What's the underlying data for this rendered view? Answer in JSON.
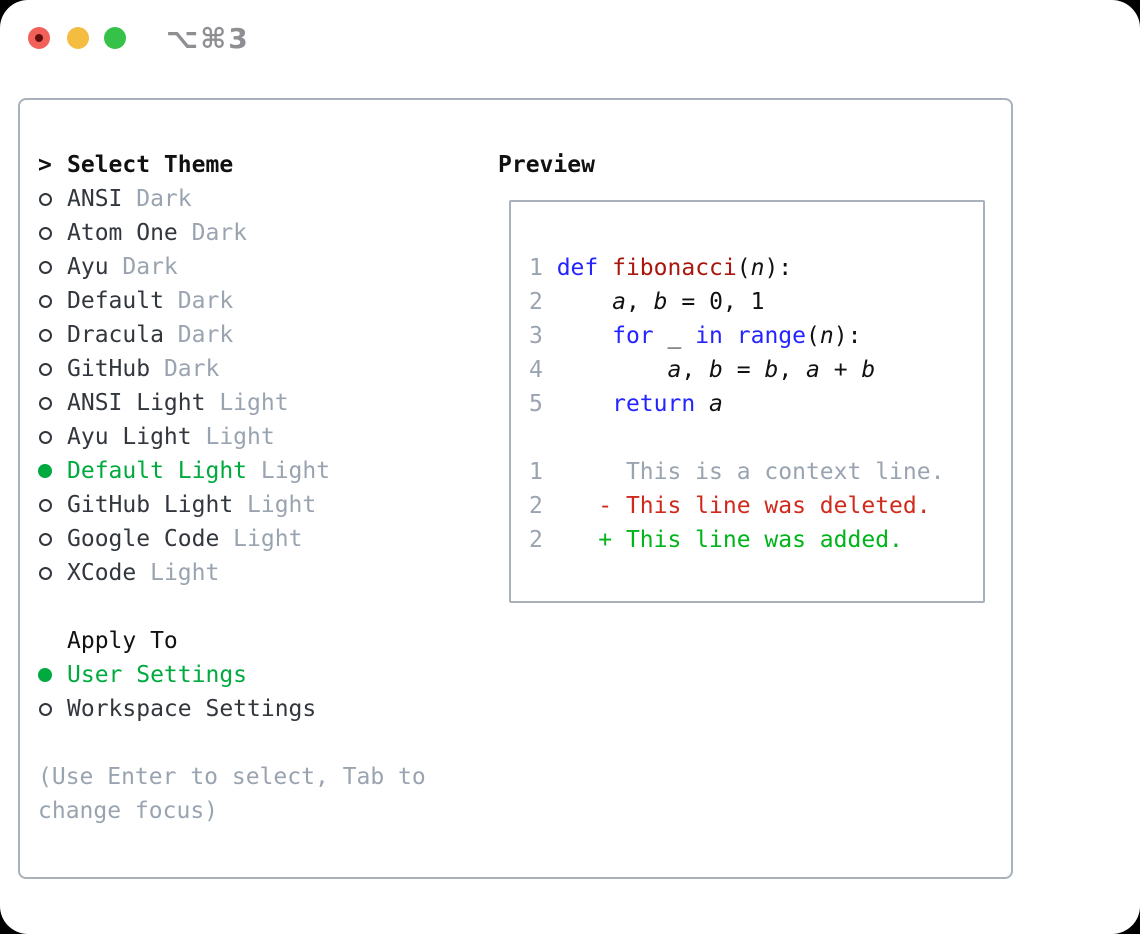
{
  "titlebar": {
    "shortcut": "⌥⌘3"
  },
  "colors": {
    "text_black": "#111111",
    "text_dark": "#32373e",
    "muted_gray": "#9aa4b0",
    "border_gray": "#a9b1bb",
    "accent_green": "#00aa3e",
    "added_green": "#00b41a",
    "deleted_red": "#d02a1d",
    "keyword_blue": "#2424ff",
    "function_red": "#a8170e",
    "traffic_red": "#f2605a",
    "traffic_red_dot": "#600f0f",
    "traffic_yellow": "#f5bd3f",
    "traffic_green": "#36c148",
    "shortcut_gray": "#8e8e93"
  },
  "theme_list": {
    "prompt": ">",
    "title": "Select Theme",
    "items": [
      {
        "name": "ANSI",
        "variant": "Dark",
        "selected": false
      },
      {
        "name": "Atom One",
        "variant": "Dark",
        "selected": false
      },
      {
        "name": "Ayu",
        "variant": "Dark",
        "selected": false
      },
      {
        "name": "Default",
        "variant": "Dark",
        "selected": false
      },
      {
        "name": "Dracula",
        "variant": "Dark",
        "selected": false
      },
      {
        "name": "GitHub",
        "variant": "Dark",
        "selected": false
      },
      {
        "name": "ANSI Light",
        "variant": "Light",
        "selected": false
      },
      {
        "name": "Ayu Light",
        "variant": "Light",
        "selected": false
      },
      {
        "name": "Default Light",
        "variant": "Light",
        "selected": true
      },
      {
        "name": "GitHub Light",
        "variant": "Light",
        "selected": false
      },
      {
        "name": "Google Code",
        "variant": "Light",
        "selected": false
      },
      {
        "name": "XCode",
        "variant": "Light",
        "selected": false
      }
    ]
  },
  "apply_to": {
    "title": "Apply To",
    "options": [
      {
        "label": "User Settings",
        "selected": true
      },
      {
        "label": "Workspace Settings",
        "selected": false
      }
    ]
  },
  "hint": "(Use Enter to select, Tab to change focus)",
  "preview": {
    "title": "Preview",
    "lines": [
      {
        "num": "1",
        "segs": [
          [
            "def",
            "kw"
          ],
          [
            " ",
            "pl"
          ],
          [
            "fibonacci",
            "fn"
          ],
          [
            "(",
            "pl"
          ],
          [
            "n",
            "var"
          ],
          [
            "):",
            "pl"
          ]
        ]
      },
      {
        "num": "2",
        "segs": [
          [
            "    ",
            "pl"
          ],
          [
            "a",
            "var"
          ],
          [
            ", ",
            "pl"
          ],
          [
            "b",
            "var"
          ],
          [
            " = ",
            "pl"
          ],
          [
            "0, 1",
            "pl"
          ]
        ]
      },
      {
        "num": "3",
        "segs": [
          [
            "    ",
            "pl"
          ],
          [
            "for",
            "kw"
          ],
          [
            " _ ",
            "pl"
          ],
          [
            "in",
            "kw"
          ],
          [
            " ",
            "pl"
          ],
          [
            "range",
            "kw"
          ],
          [
            "(",
            "pl"
          ],
          [
            "n",
            "var"
          ],
          [
            "):",
            "pl"
          ]
        ]
      },
      {
        "num": "4",
        "segs": [
          [
            "        ",
            "pl"
          ],
          [
            "a",
            "var"
          ],
          [
            ", ",
            "pl"
          ],
          [
            "b",
            "var"
          ],
          [
            " = ",
            "pl"
          ],
          [
            "b",
            "var"
          ],
          [
            ", ",
            "pl"
          ],
          [
            "a",
            "var"
          ],
          [
            " + ",
            "pl"
          ],
          [
            "b",
            "var"
          ]
        ]
      },
      {
        "num": "5",
        "segs": [
          [
            "    ",
            "pl"
          ],
          [
            "return",
            "kw"
          ],
          [
            " ",
            "pl"
          ],
          [
            "a",
            "var"
          ]
        ]
      },
      {
        "num": "",
        "segs": []
      },
      {
        "num": "1",
        "segs": [
          [
            "     This is a context line.",
            "ctx"
          ]
        ]
      },
      {
        "num": "2",
        "segs": [
          [
            "   - This line was deleted.",
            "del"
          ]
        ]
      },
      {
        "num": "2",
        "segs": [
          [
            "   + This line was added.",
            "add"
          ]
        ]
      }
    ]
  }
}
